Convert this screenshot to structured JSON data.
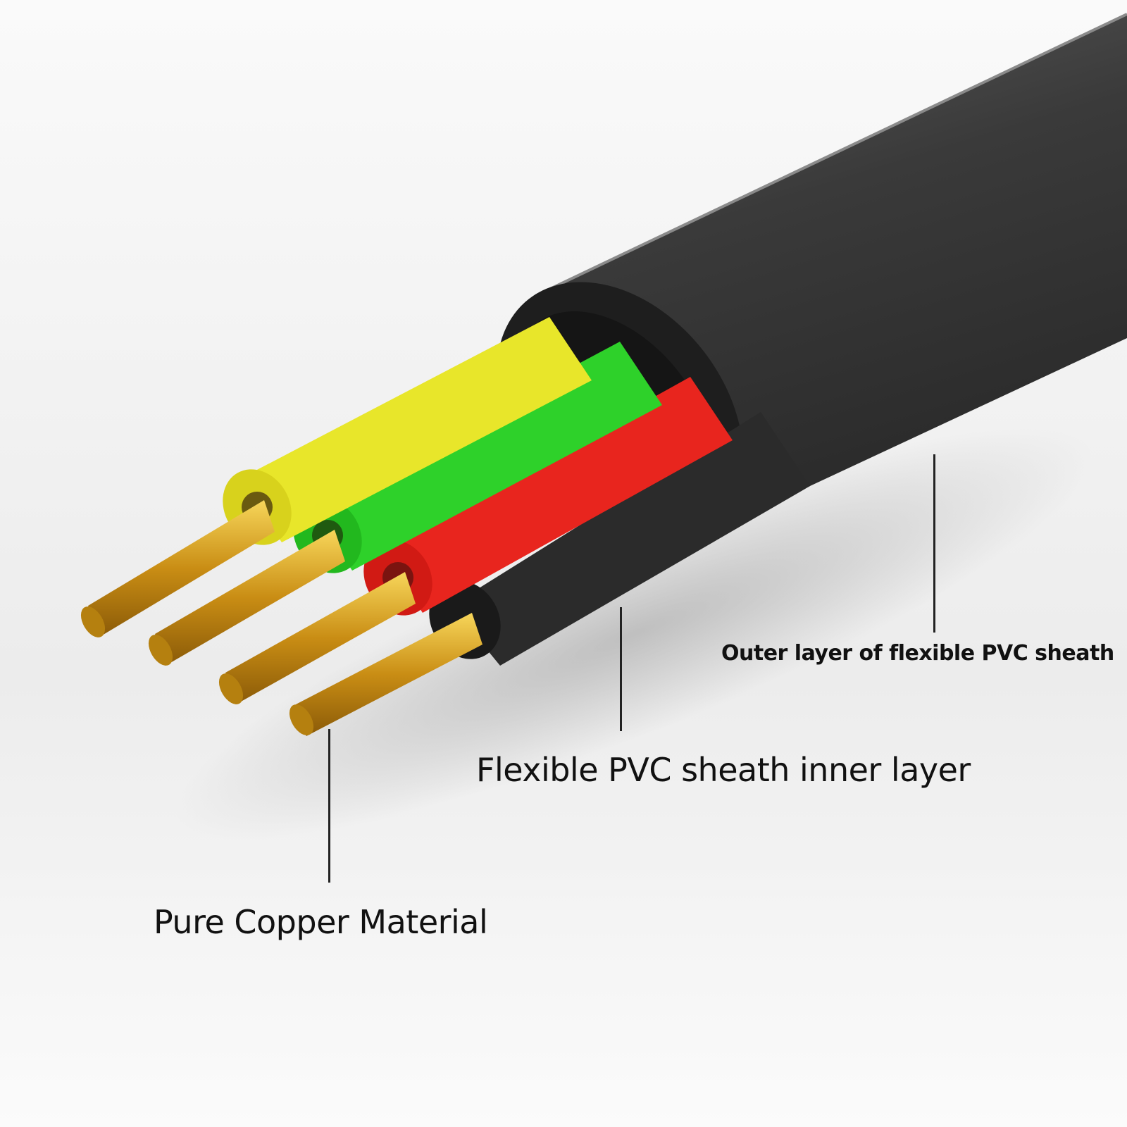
{
  "labels": {
    "outer_sheath": "Outer layer of flexible PVC sheath",
    "inner_sheath": "Flexible PVC sheath inner layer",
    "copper": "Pure Copper Material"
  },
  "cable": {
    "core_count": 4,
    "cores": [
      {
        "name": "yellow-core",
        "color": "#e8e62a"
      },
      {
        "name": "green-core",
        "color": "#2ed12a"
      },
      {
        "name": "red-core",
        "color": "#e8251e"
      },
      {
        "name": "black-core",
        "color": "#2a2a2a"
      }
    ],
    "outer_sheath_color": "#3a3a3a",
    "conductor_color": "#d4a020"
  }
}
